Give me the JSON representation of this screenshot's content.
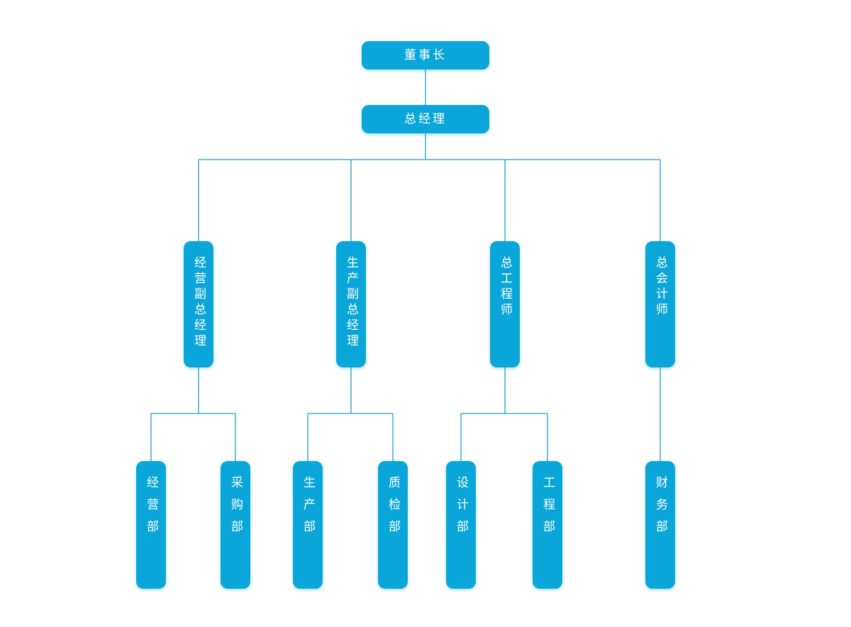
{
  "colors": {
    "node_fill": "#0ba6d9",
    "node_text": "#ffffff",
    "connector": "#1c9fc9",
    "background": "#ffffff"
  },
  "chart": {
    "type": "org-chart",
    "nodes": [
      {
        "id": "chairman",
        "label": "董事长",
        "parent": null,
        "level": 1
      },
      {
        "id": "gm",
        "label": "总经理",
        "parent": "chairman",
        "level": 2
      },
      {
        "id": "ops-vice-gm",
        "label": "经营副总经理",
        "parent": "gm",
        "level": 3
      },
      {
        "id": "prod-vice-gm",
        "label": "生产副总经理",
        "parent": "gm",
        "level": 3
      },
      {
        "id": "chief-engineer",
        "label": "总工程师",
        "parent": "gm",
        "level": 3
      },
      {
        "id": "chief-accountant",
        "label": "总会计师",
        "parent": "gm",
        "level": 3
      },
      {
        "id": "ops-dept",
        "label": "经营部",
        "parent": "ops-vice-gm",
        "level": 4
      },
      {
        "id": "purchasing-dept",
        "label": "采购部",
        "parent": "ops-vice-gm",
        "level": 4
      },
      {
        "id": "production-dept",
        "label": "生产部",
        "parent": "prod-vice-gm",
        "level": 4
      },
      {
        "id": "qc-dept",
        "label": "质检部",
        "parent": "prod-vice-gm",
        "level": 4
      },
      {
        "id": "design-dept",
        "label": "设计部",
        "parent": "chief-engineer",
        "level": 4
      },
      {
        "id": "engineering-dept",
        "label": "工程部",
        "parent": "chief-engineer",
        "level": 4
      },
      {
        "id": "finance-dept",
        "label": "财务部",
        "parent": "chief-accountant",
        "level": 4
      }
    ]
  }
}
